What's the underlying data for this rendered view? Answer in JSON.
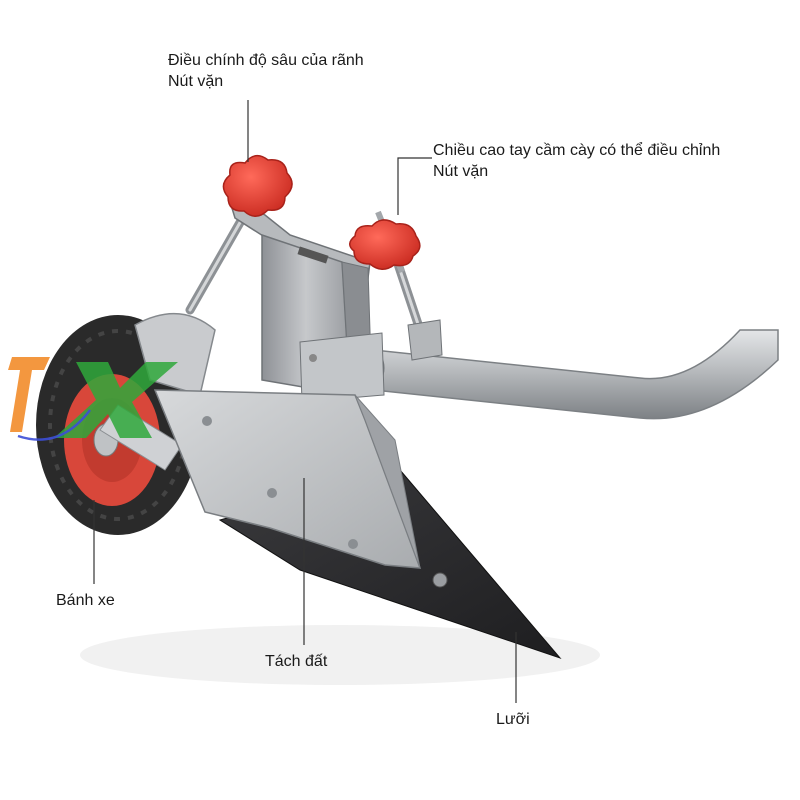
{
  "labels": {
    "depth_knob": {
      "line1": "Điều chính độ sâu của rãnh",
      "line2": "Nút vặn"
    },
    "handle_knob": {
      "line1": "Chiều cao tay cầm cày có thể điều chỉnh",
      "line2": "Nút vặn"
    },
    "wheel": "Bánh xe",
    "soil_separator": "Tách đất",
    "blade": "Lưỡi"
  },
  "colors": {
    "knob": "#e8362b",
    "steel": "#b9bcbf",
    "blade": "#2c2c2e",
    "tire": "#2a2a2a",
    "rim": "#d8473a",
    "leader_line": "#333333"
  },
  "icons": {
    "logo": "tx-logo-icon"
  }
}
